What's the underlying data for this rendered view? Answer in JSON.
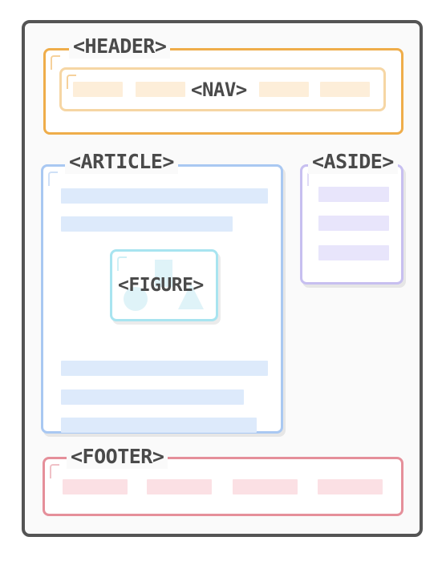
{
  "labels": {
    "header": "<HEADER>",
    "nav": "<NAV>",
    "article": "<ARTICLE>",
    "aside": "<ASIDE>",
    "figure": "<FIGURE>",
    "footer": "<FOOTER>"
  },
  "colors": {
    "frame": "#545454",
    "header": "#efad4a",
    "nav_fill": "#fdeed9",
    "article": "#a9c8f2",
    "article_fill": "#ddeafb",
    "aside": "#c7bff0",
    "aside_fill": "#e8e5fb",
    "figure": "#a8e4f0",
    "footer": "#e58f9a",
    "footer_fill": "#fbe0e4",
    "text": "#4a4a4a"
  }
}
